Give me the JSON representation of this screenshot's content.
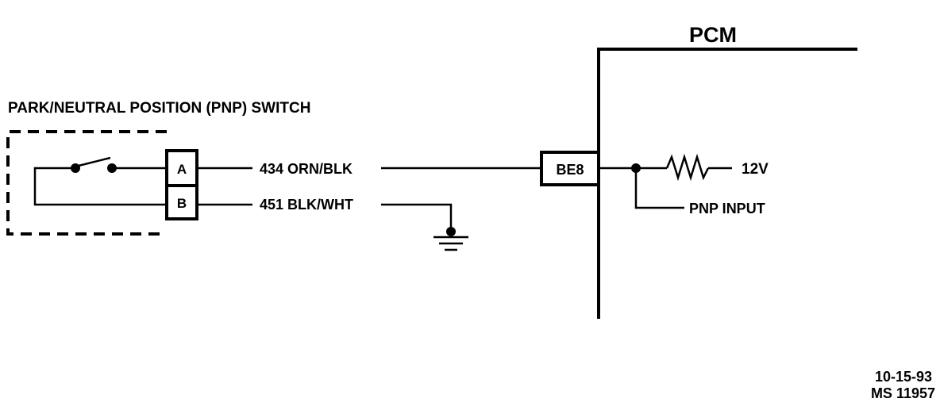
{
  "switch": {
    "title": "PARK/NEUTRAL POSITION (PNP) SWITCH",
    "pin_a": "A",
    "pin_b": "B"
  },
  "wires": {
    "wire_a": "434 ORN/BLK",
    "wire_b": "451 BLK/WHT"
  },
  "pcm": {
    "title": "PCM",
    "connector": "BE8",
    "voltage": "12V",
    "input": "PNP INPUT"
  },
  "footer": {
    "date": "10-15-93",
    "id": "MS 11957"
  }
}
